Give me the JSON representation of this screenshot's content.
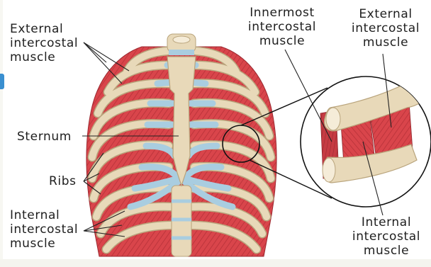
{
  "labels": {
    "external_left": [
      "External",
      "intercostal",
      "muscle"
    ],
    "sternum": "Sternum",
    "ribs": "Ribs",
    "internal_left": [
      "Internal",
      "intercostal",
      "muscle"
    ],
    "innermost": [
      "Innermost",
      "intercostal",
      "muscle"
    ],
    "external_right": [
      "External",
      "intercostal",
      "muscle"
    ],
    "internal_right": [
      "Internal",
      "intercostal",
      "muscle"
    ]
  },
  "colors": {
    "muscle": "#d9454b",
    "muscle_dark": "#b22f36",
    "bone": "#e8d9b9",
    "bone_edge": "#b9a47c",
    "cartilage": "#a9cde0",
    "leader": "#222222"
  }
}
